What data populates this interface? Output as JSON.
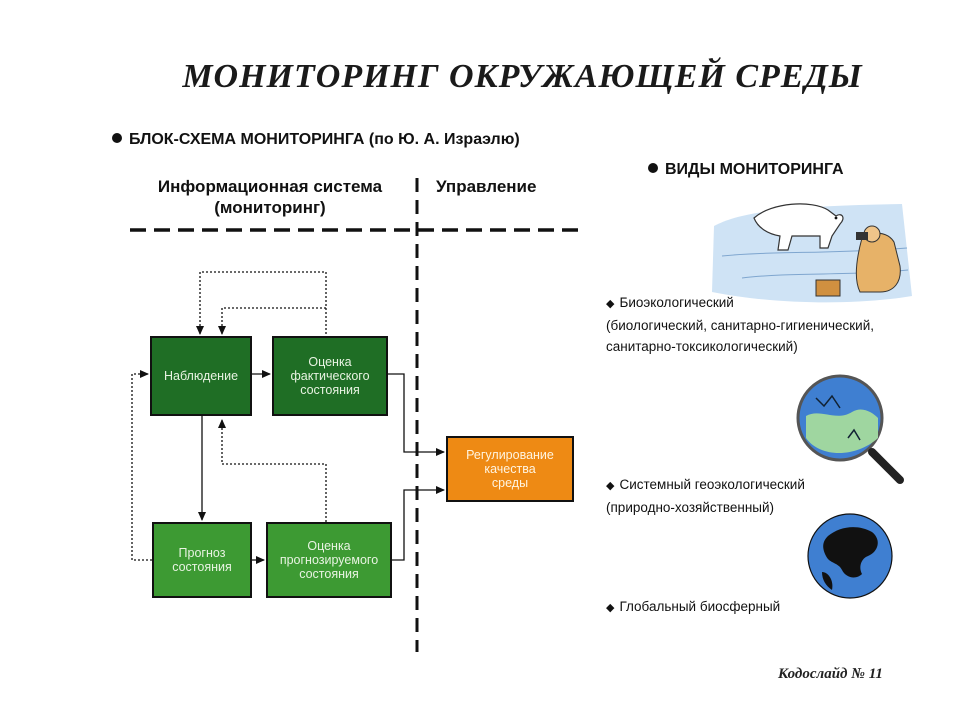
{
  "title": "МОНИТОРИНГ ОКРУЖАЮЩЕЙ СРЕДЫ",
  "block_heading": "БЛОК-СХЕМА МОНИТОРИНГА (по Ю. А. Израэлю)",
  "kinds_heading": "ВИДЫ МОНИТОРИНГА",
  "columns": {
    "info_line1": "Информационная система",
    "info_line2": "(мониторинг)",
    "control": "Управление"
  },
  "boxes": {
    "observation": "Наблюдение",
    "actual_l1": "Оценка",
    "actual_l2": "фактического",
    "actual_l3": "состояния",
    "forecast_l1": "Прогноз",
    "forecast_l2": "состояния",
    "predicted_l1": "Оценка",
    "predicted_l2": "прогнозируемого",
    "predicted_l3": "состояния",
    "regulation_l1": "Регулирование",
    "regulation_l2": "качества",
    "regulation_l3": "среды"
  },
  "kinds": [
    {
      "lines": [
        "Биоэкологический",
        "(биологический, санитарно-гигиенический,",
        "санитарно-токсикологический)"
      ]
    },
    {
      "lines": [
        "Системный геоэкологический",
        "(природно-хозяйственный)"
      ]
    },
    {
      "lines": [
        "Глобальный биосферный"
      ]
    }
  ],
  "footer": "Кодослайд № 11",
  "colors": {
    "dark_green": "#1f6e25",
    "mid_green": "#3d9a33",
    "orange": "#ee8a14",
    "ice_blue": "#cfe3f5",
    "ocean_blue": "#3f7fd1"
  }
}
